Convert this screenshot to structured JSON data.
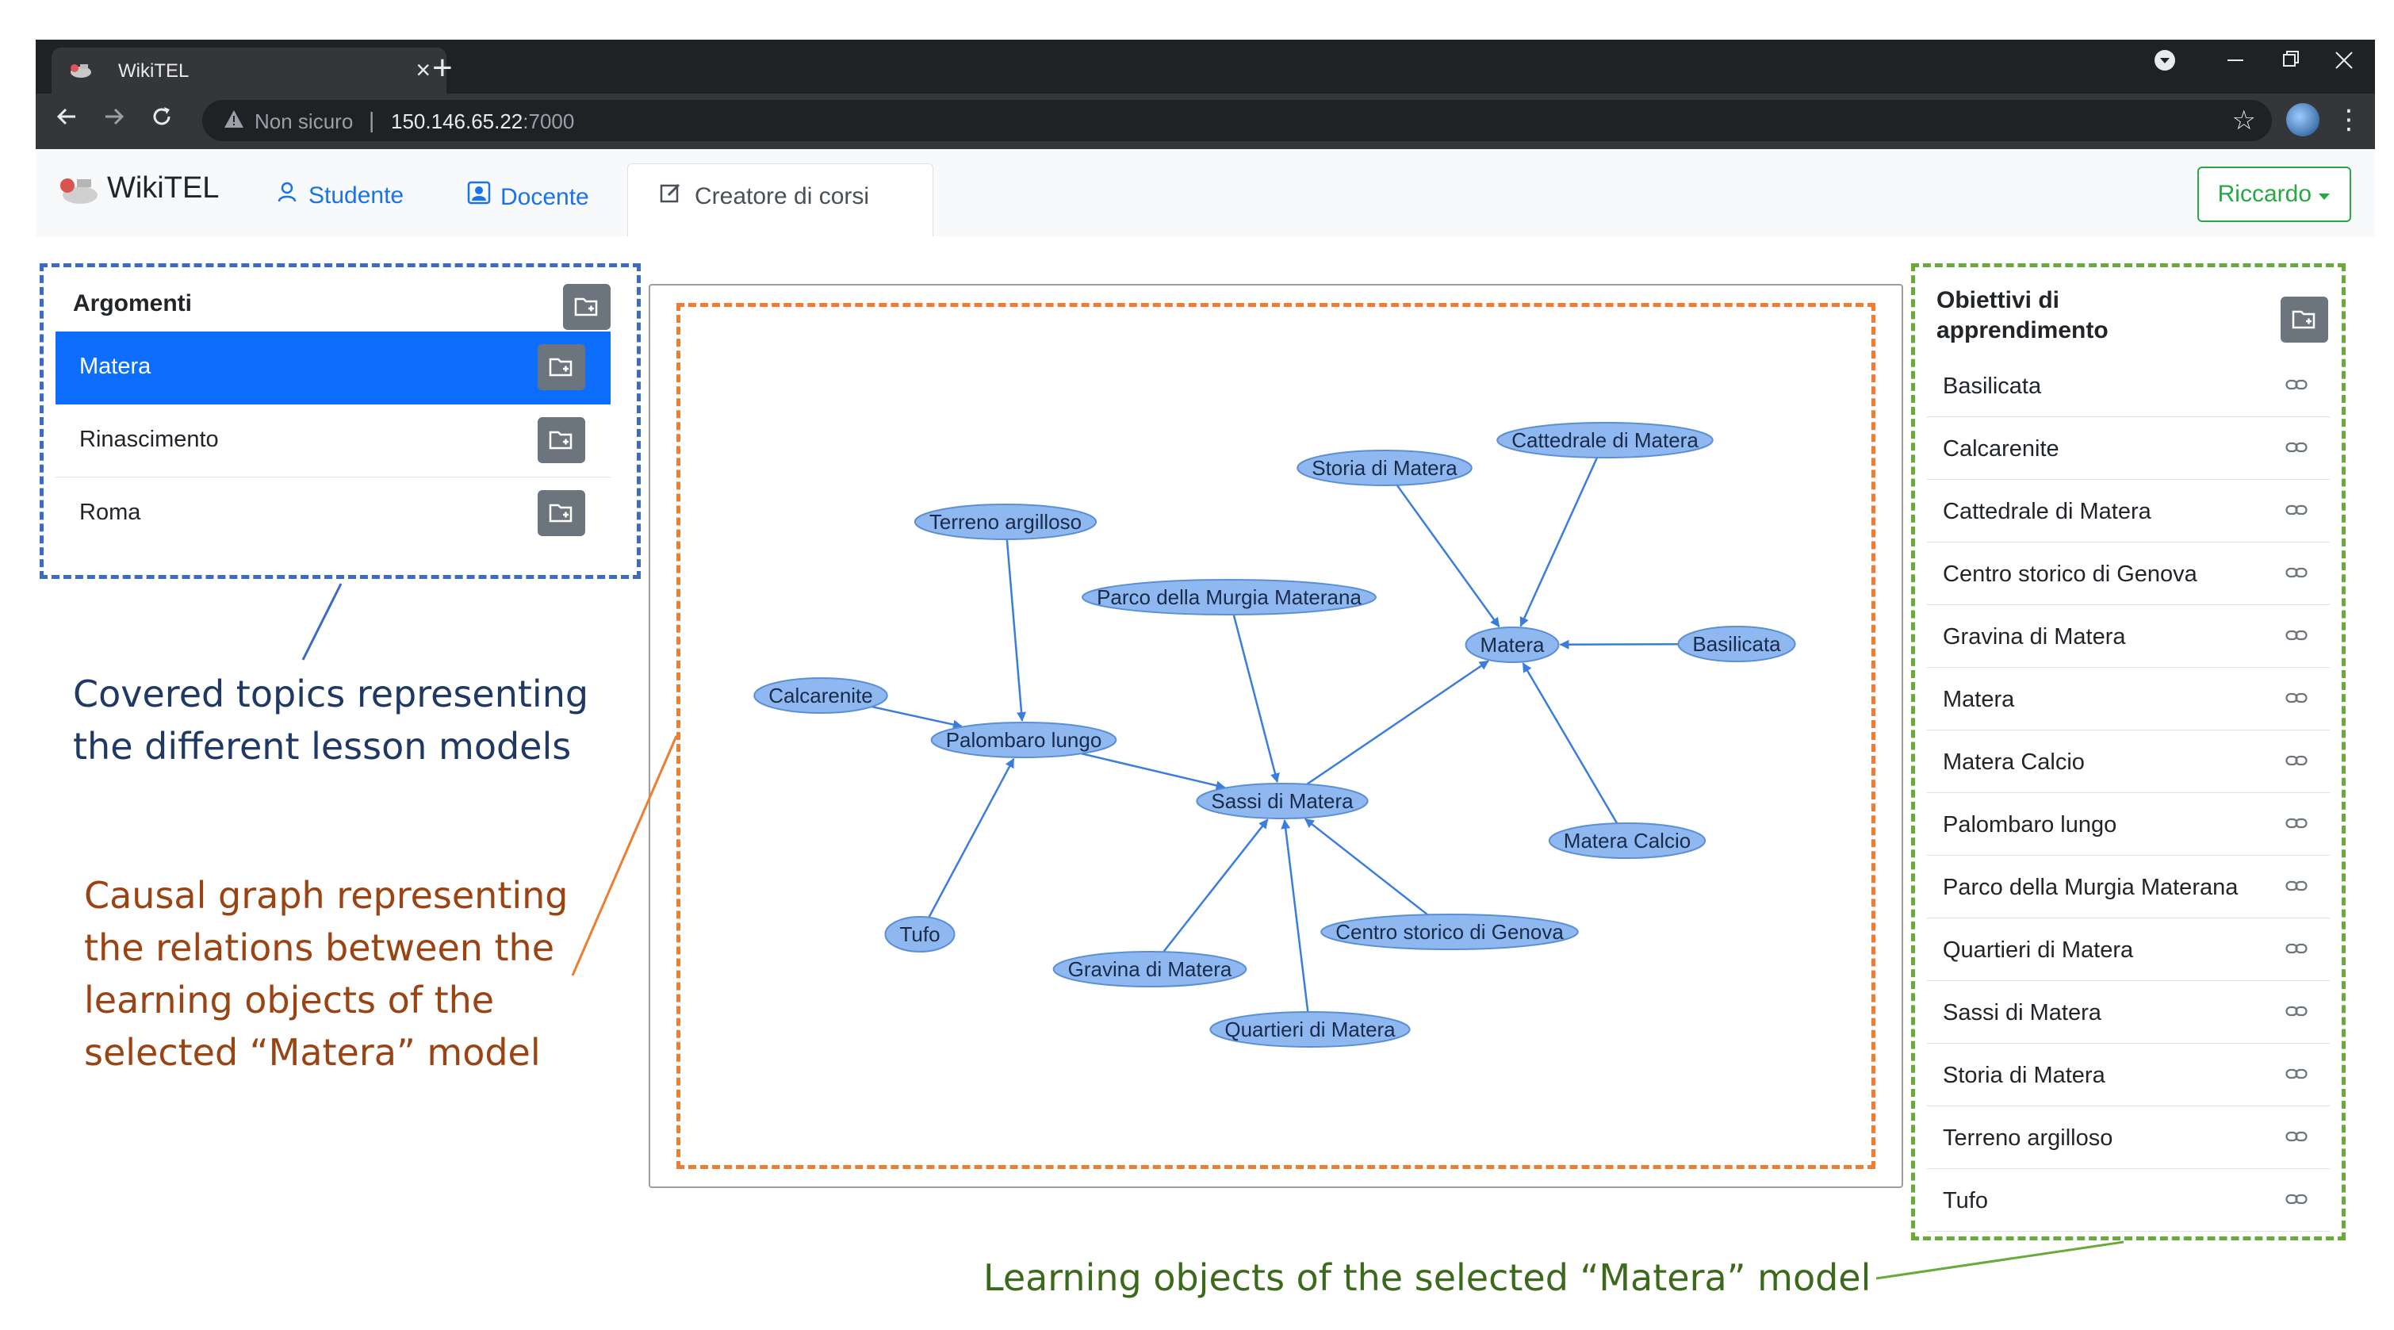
{
  "browser": {
    "tab_title": "WikiTEL",
    "tab_close": "×",
    "new_tab": "+",
    "security_label": "Non sicuro",
    "url_separator": "|",
    "url_host": "150.146.65.22",
    "url_port": ":7000",
    "icons": [
      "back-arrow-icon",
      "forward-arrow-icon",
      "reload-icon",
      "warning-icon",
      "star-icon",
      "profile-avatar",
      "more-menu-icon",
      "minimize-icon",
      "restore-icon",
      "close-icon"
    ]
  },
  "navbar": {
    "brand": "WikiTEL",
    "links": [
      {
        "label": "Studente",
        "icon": "user-icon"
      },
      {
        "label": "Docente",
        "icon": "id-badge-icon"
      },
      {
        "label": "Creatore di corsi",
        "icon": "edit-icon"
      }
    ],
    "user_menu": "Riccardo"
  },
  "topics": {
    "title": "Argomenti",
    "items": [
      {
        "label": "Matera",
        "active": true
      },
      {
        "label": "Rinascimento",
        "active": false
      },
      {
        "label": "Roma",
        "active": false
      }
    ]
  },
  "learning_objects": {
    "title_line1": "Obiettivi di",
    "title_line2": "apprendimento",
    "items": [
      "Basilicata",
      "Calcarenite",
      "Cattedrale di Matera",
      "Centro storico di Genova",
      "Gravina di Matera",
      "Matera",
      "Matera Calcio",
      "Palombaro lungo",
      "Parco della Murgia Materana",
      "Quartieri di Matera",
      "Sassi di Matera",
      "Storia di Matera",
      "Terreno argilloso",
      "Tufo"
    ]
  },
  "graph": {
    "nodes": [
      "Storia di Matera",
      "Cattedrale di Matera",
      "Terreno argilloso",
      "Parco della Murgia Materana",
      "Matera",
      "Basilicata",
      "Calcarenite",
      "Palombaro lungo",
      "Sassi di Matera",
      "Matera Calcio",
      "Tufo",
      "Centro storico di Genova",
      "Gravina di Matera",
      "Quartieri di Matera"
    ],
    "edges": [
      [
        "Terreno argilloso",
        "Palombaro lungo"
      ],
      [
        "Calcarenite",
        "Palombaro lungo"
      ],
      [
        "Tufo",
        "Palombaro lungo"
      ],
      [
        "Palombaro lungo",
        "Sassi di Matera"
      ],
      [
        "Parco della Murgia Materana",
        "Sassi di Matera"
      ],
      [
        "Gravina di Matera",
        "Sassi di Matera"
      ],
      [
        "Quartieri di Matera",
        "Sassi di Matera"
      ],
      [
        "Centro storico di Genova",
        "Sassi di Matera"
      ],
      [
        "Sassi di Matera",
        "Matera"
      ],
      [
        "Storia di Matera",
        "Matera"
      ],
      [
        "Cattedrale di Matera",
        "Matera"
      ],
      [
        "Basilicata",
        "Matera"
      ],
      [
        "Matera Calcio",
        "Matera"
      ]
    ],
    "node_fill": "#8fb8f0",
    "node_stroke": "#5a8fd6",
    "edge_color": "#3b7ddd"
  },
  "captions": {
    "topics_line1": "Covered topics representing",
    "topics_line2": "the different lesson models",
    "graph_line1": "Causal graph representing",
    "graph_line2": "the relations between the",
    "graph_line3": "learning objects of the",
    "graph_line4": "selected “Matera” model",
    "objects": "Learning objects of the selected “Matera” model"
  },
  "colors": {
    "active_blue": "#0d6efd",
    "topics_annotation": "#3d6bbf",
    "graph_annotation": "#ed7d31",
    "objects_annotation": "#6aaa3a"
  }
}
